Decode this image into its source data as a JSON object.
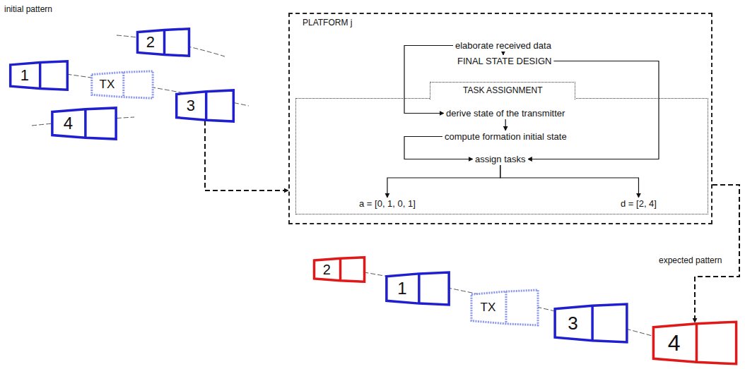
{
  "diagram": {
    "nodes": [
      {
        "text": [
          "1"
        ]
      },
      {
        "text": [
          "2"
        ]
      },
      {
        "text": [
          "TX"
        ]
      },
      {
        "text": [
          "3"
        ]
      },
      {
        "text": [
          "4"
        ]
      },
      {
        "text": [
          "PLATFORM j"
        ]
      },
      {
        "text": [
          "elaborate received data"
        ],
        "in": 5
      },
      {
        "text": [
          "FINAL STATE DESIGN"
        ],
        "in": 5
      },
      {
        "text": [
          "TASK ASSIGNMENT"
        ],
        "in": 5
      },
      {
        "text": [
          "derive state of the transmitter"
        ],
        "in": 8
      },
      {
        "text": [
          "compute formation initial state"
        ],
        "in": 8
      },
      {
        "text": [
          "assign tasks"
        ],
        "in": 8
      },
      {
        "text": [
          "a = [0, 1, 0, 1]"
        ],
        "in": 8
      },
      {
        "text": [
          "d = [2, 4]"
        ],
        "in": 8
      },
      {
        "text": [
          "2"
        ]
      },
      {
        "text": [
          "1"
        ]
      },
      {
        "text": [
          "TX"
        ]
      },
      {
        "text": [
          "3"
        ]
      },
      {
        "text": [
          "4"
        ]
      }
    ],
    "edges": [
      {
        "from": 3,
        "to": 5,
        "arrow": "to"
      },
      {
        "from": 6,
        "to": 7,
        "arrow": "to"
      },
      {
        "from": 6,
        "to": 9,
        "arrow": "to"
      },
      {
        "from": 9,
        "to": 10,
        "arrow": "to"
      },
      {
        "from": 10,
        "to": 11,
        "arrow": "to"
      },
      {
        "from": 7,
        "to": 11,
        "arrow": "to"
      },
      {
        "from": 11,
        "to": 12,
        "arrow": "to"
      },
      {
        "from": 11,
        "to": 13,
        "arrow": "to"
      },
      {
        "from": 5,
        "to": 18,
        "arrow": "to"
      }
    ],
    "labels": [
      "initial pattern",
      "expected pattern"
    ]
  }
}
